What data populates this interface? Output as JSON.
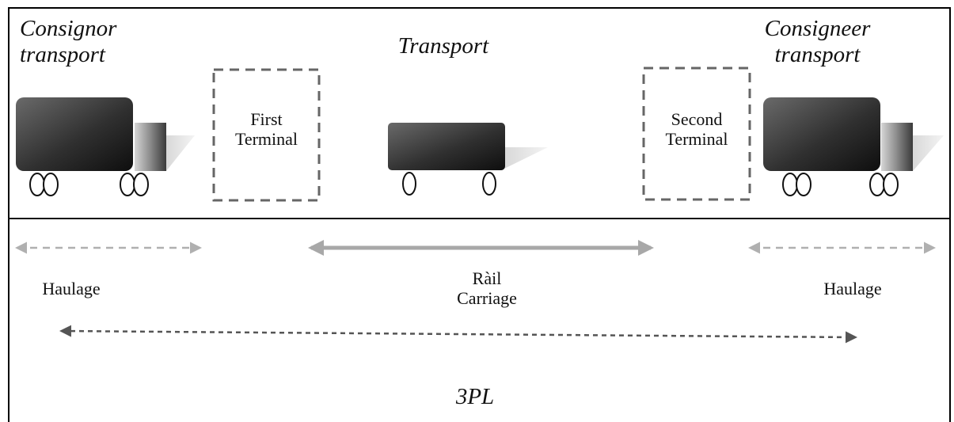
{
  "headings": {
    "consignor_line1": "Consignor",
    "consignor_line2": "transport",
    "transport": "Transport",
    "consignee_line1": "Consigneer",
    "consignee_line2": "transport"
  },
  "terminals": {
    "first_line1": "First",
    "first_line2": "Terminal",
    "second_line1": "Second",
    "second_line2": "Terminal"
  },
  "segments": {
    "left_haulage": "Haulage",
    "rail_line1": "Ràil",
    "rail_line2": "Carriage",
    "right_haulage": "Haulage"
  },
  "bottom_label": "3PL",
  "colors": {
    "truck_dark": "#1e1e1e",
    "truck_light": "#6a6a6a",
    "dashed_box": "#666666",
    "rail_arrow": "#a8a8a8",
    "haulage_arrow": "#b0b0b0",
    "pl_arrow": "#555555"
  }
}
